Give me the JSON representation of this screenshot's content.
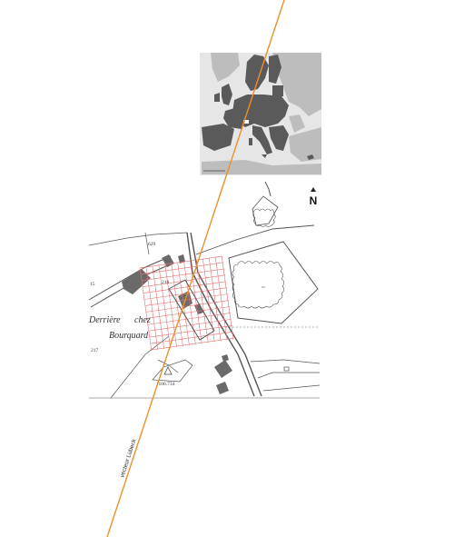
{
  "europe_inset": {
    "highlight_color": "#5a5a5a",
    "land_color": "#bdbdbd",
    "sea_color": "#e6e6e6"
  },
  "north_arrow": {
    "label": "N",
    "icon": "north-arrow-icon"
  },
  "place_labels": {
    "derriere": "Derrière",
    "chez": "chez",
    "bourquard": "Bourquard"
  },
  "spot_heights": {
    "h629": "629",
    "h15": "15",
    "h218": "218",
    "h217": "217",
    "h734": "1106.734"
  },
  "vector": {
    "label": "vecteur Lübeck",
    "color": "#e8912a"
  },
  "grid": {
    "color": "#e57373"
  }
}
